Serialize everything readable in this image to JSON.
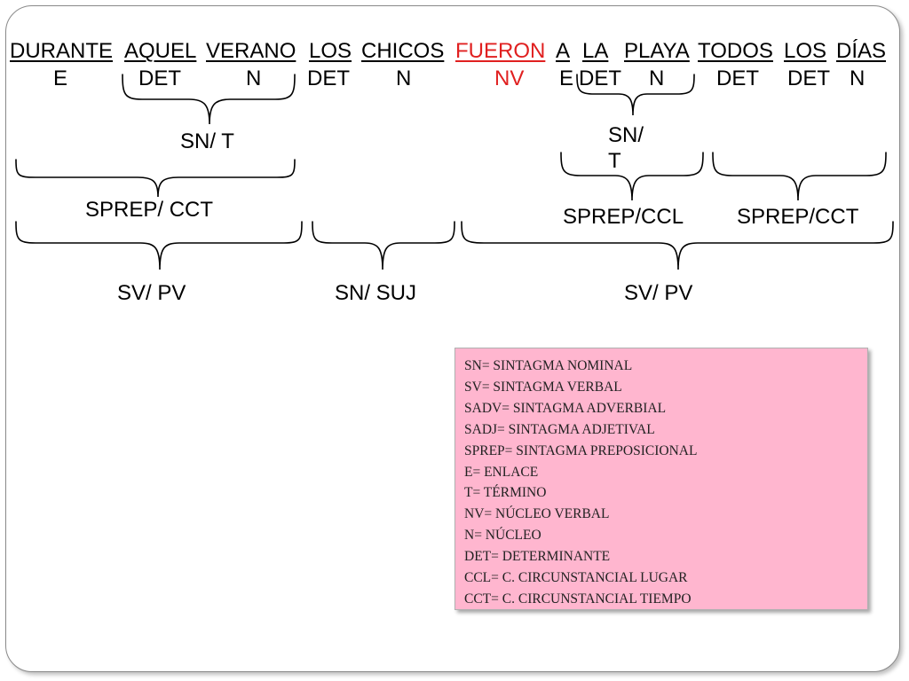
{
  "words": [
    "DURANTE",
    "AQUEL",
    "VERANO",
    "LOS",
    "CHICOS",
    "FUERON",
    "A",
    "LA",
    "PLAYA",
    "TODOS",
    "LOS",
    "DÍAS"
  ],
  "tags": [
    "E",
    "DET",
    "N",
    "DET",
    "N",
    "NV",
    "E",
    "DET",
    "N",
    "DET",
    "DET",
    "N"
  ],
  "phrases": {
    "sn_t_1": "SN/ T",
    "sn_t_2_line1": "SN/",
    "sn_t_2_line2": "T",
    "sprep_cct_1": "SPREP/ CCT",
    "sprep_ccl": "SPREP/CCL",
    "sprep_cct_2": "SPREP/CCT",
    "sv_pv_1": "SV/ PV",
    "sn_suj": "SN/ SUJ",
    "sv_pv_2": "SV/ PV"
  },
  "legend": [
    "SN= SINTAGMA NOMINAL",
    "SV= SINTAGMA VERBAL",
    "SADV= SINTAGMA ADVERBIAL",
    "SADJ= SINTAGMA ADJETIVAL",
    "SPREP= SINTAGMA PREPOSICIONAL",
    "E= ENLACE",
    "T= TÉRMINO",
    "NV= NÚCLEO VERBAL",
    "N= NÚCLEO",
    "DET= DETERMINANTE",
    "CCL= C. CIRCUNSTANCIAL LUGAR",
    "CCT= C. CIRCUNSTANCIAL TIEMPO"
  ],
  "colors": {
    "verb": "#e02020",
    "legend_bg": "#ffb6cf",
    "brace": "#000000"
  }
}
